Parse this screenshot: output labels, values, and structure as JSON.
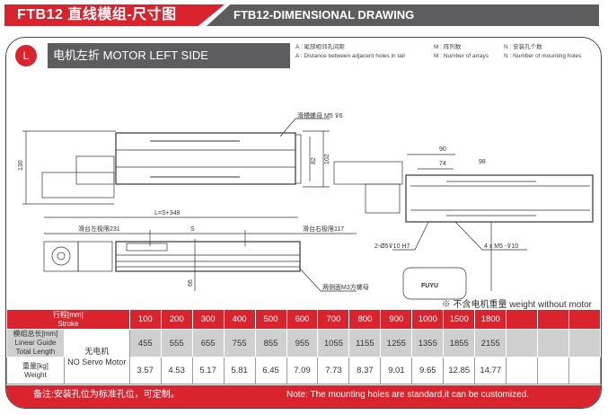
{
  "header": {
    "title_cn": "FTB12  直线模组-尺寸图",
    "title_en": "FTB12-DIMENSIONAL DRAWING"
  },
  "section": {
    "badge": "L",
    "title": "电机左折    MOTOR LEFT SIDE"
  },
  "legend": [
    {
      "cn": "A : 尾部相邻孔间距",
      "en": "A : Distance between adjacent holes in tail"
    },
    {
      "cn": "M : 阵列数",
      "en": "M : Number of arrays"
    },
    {
      "cn": "N : 安装孔个数",
      "en": "N : Number of mounting holes"
    }
  ],
  "drawing": {
    "nut_label": "滑槽螺母 M5 ⊽6",
    "dim_130": "130",
    "dim_82": "82",
    "dim_102": "102",
    "dim_L": "L=S+348",
    "left_limit": "滑台左极限231",
    "stroke": "S",
    "right_limit": "滑台右极限117",
    "dim_66": "66",
    "side_nut": "两侧面M3方螺母",
    "dim_90": "90",
    "dim_74": "74",
    "dim_98": "98",
    "pin_hole": "2-Ø5⊽10 H7",
    "mount_hole": "4 x M5 -⊽10",
    "logo": "FUYU"
  },
  "table": {
    "note": "※ 不含电机重量 weight without motor",
    "stroke_label_cn": "行程[mm]",
    "stroke_label_en": "Stroke",
    "strokes": [
      "100",
      "200",
      "300",
      "400",
      "500",
      "600",
      "700",
      "800",
      "900",
      "1000",
      "1500",
      "1800",
      "",
      "",
      ""
    ],
    "length_label_cn": "模组总长[mm]",
    "length_label_en1": "Linear Guide",
    "length_label_en2": "Total Length",
    "motor_cn": "无电机",
    "motor_en": "NO Servo Motor",
    "lengths": [
      "455",
      "555",
      "655",
      "755",
      "855",
      "955",
      "1055",
      "1155",
      "1255",
      "1355",
      "1855",
      "2155",
      "",
      "",
      ""
    ],
    "weight_label_cn": "重量[kg]",
    "weight_label_en": "Weight",
    "weights": [
      "3.57",
      "4.53",
      "5.17",
      "5.81",
      "6.45",
      "7.09",
      "7.73",
      "8.37",
      "9.01",
      "9.65",
      "12.85",
      "14.77",
      "",
      "",
      ""
    ]
  },
  "footer": {
    "cn": "备注:安装孔位为标准孔位，可定制。",
    "en": "Note: The mounting holes are standard,it can be customized."
  }
}
